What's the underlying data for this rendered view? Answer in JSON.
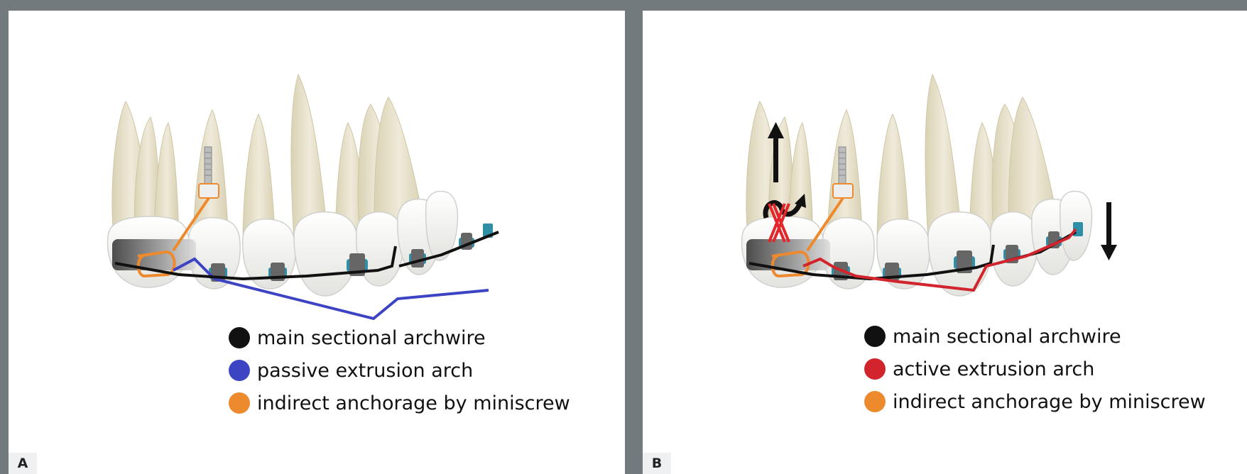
{
  "colors": {
    "background": "#737a7e",
    "main_sectional_archwire": "#111111",
    "passive_extrusion_arch": "#3d44c4",
    "active_extrusion_arch": "#d1242c",
    "indirect_anchorage": "#ee8a2e",
    "root": "#e8e3cc",
    "crown": "#f4f4f1",
    "bracket": "#2e8fa6"
  },
  "icons": {
    "panel_b_arrows": [
      "extrusion-up-arrow-icon",
      "rotation-arrow-icon",
      "blocked-tipping-icon",
      "intrusion-down-arrow-icon"
    ]
  },
  "panels": [
    {
      "label": "A",
      "legend": [
        {
          "text": "main sectional archwire",
          "color": "#111111"
        },
        {
          "text": "passive extrusion arch",
          "color": "#3d44c4"
        },
        {
          "text": "indirect anchorage by miniscrew",
          "color": "#ee8a2e"
        }
      ]
    },
    {
      "label": "B",
      "legend": [
        {
          "text": "main sectional archwire",
          "color": "#111111"
        },
        {
          "text": "active extrusion arch",
          "color": "#d1242c"
        },
        {
          "text": "indirect anchorage by miniscrew",
          "color": "#ee8a2e"
        }
      ]
    }
  ]
}
